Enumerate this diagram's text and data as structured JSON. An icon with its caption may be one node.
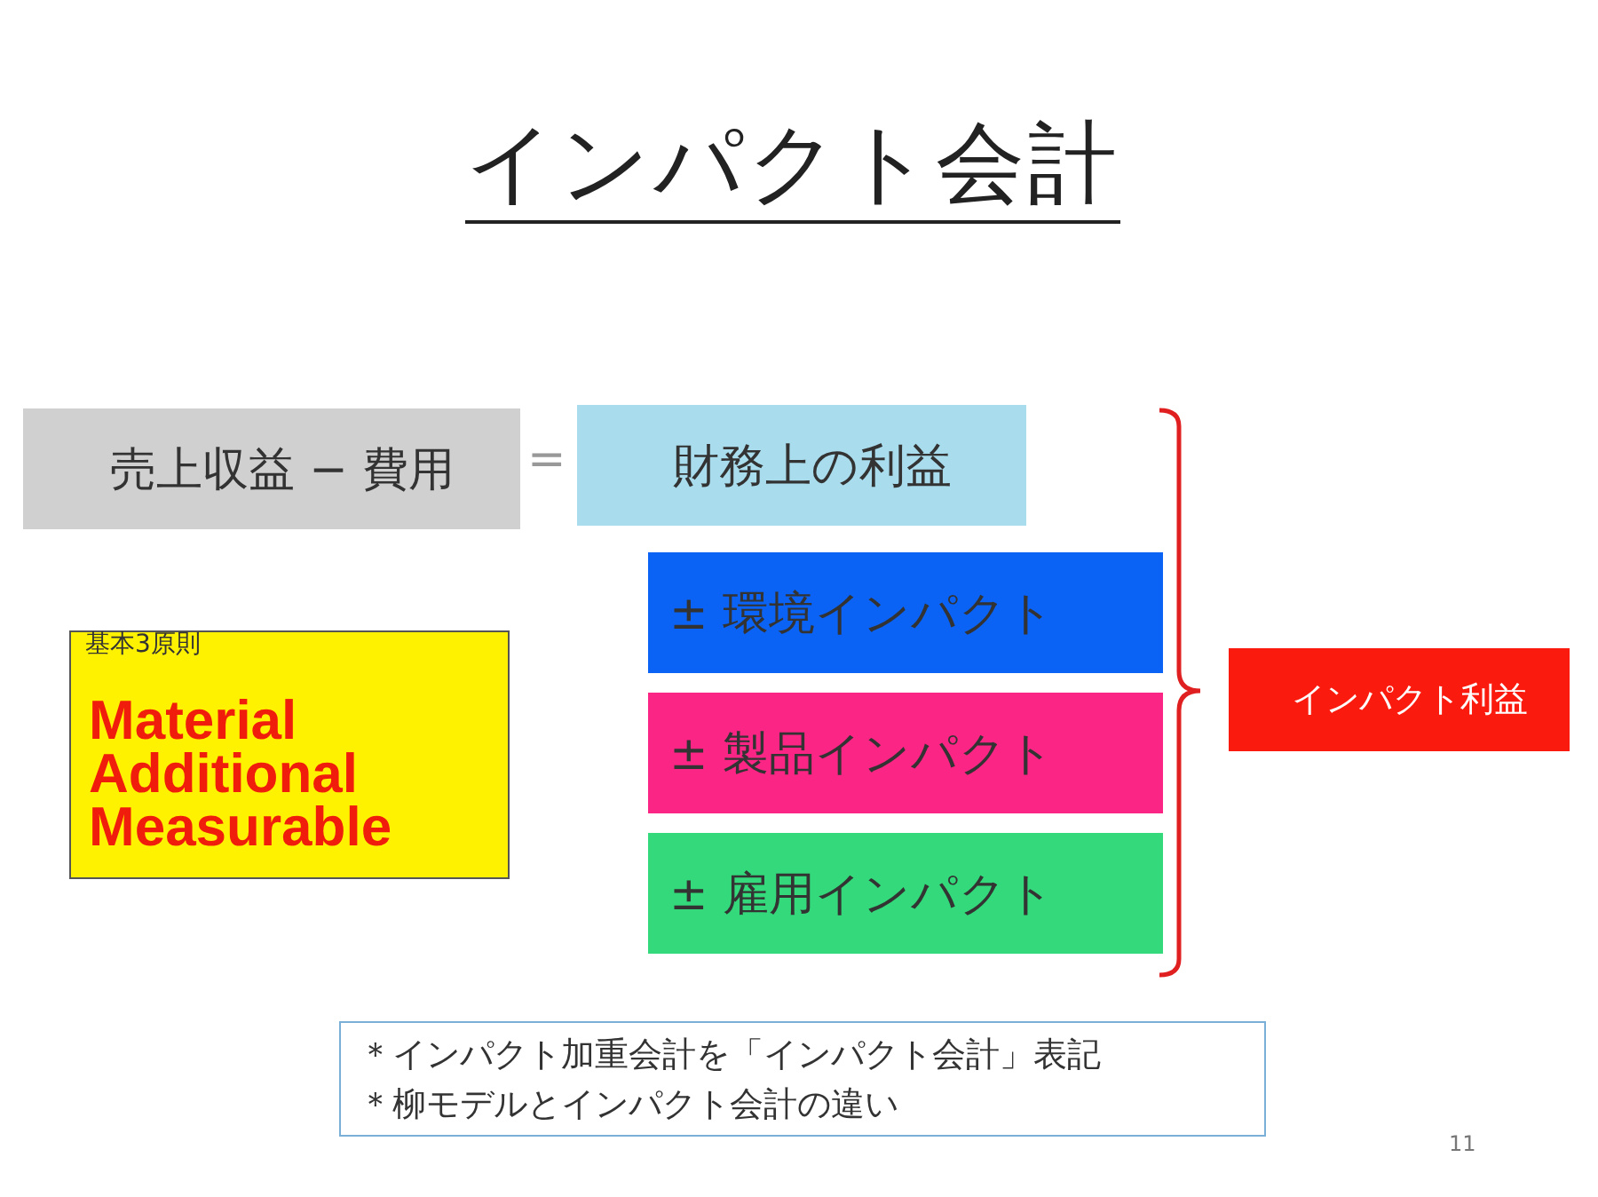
{
  "diagram": {
    "title": "インパクト会計",
    "nodes": [
      {
        "text": [
          "売上収益 − 費用"
        ]
      },
      {
        "text": [
          "財務上の利益"
        ]
      },
      {
        "text": [
          "± 環境インパクト"
        ]
      },
      {
        "text": [
          "± 製品インパクト"
        ]
      },
      {
        "text": [
          "± 雇用インパクト"
        ]
      },
      {
        "text": [
          "インパクト利益"
        ]
      },
      {
        "text": [
          "基本3原則",
          "Material Additional Measurable"
        ]
      },
      {
        "text": [
          "＊インパクト加重会計を「インパクト会計」表記",
          "＊柳モデルとインパクト会計の違い"
        ]
      }
    ],
    "labels": [
      "=",
      "11"
    ]
  }
}
